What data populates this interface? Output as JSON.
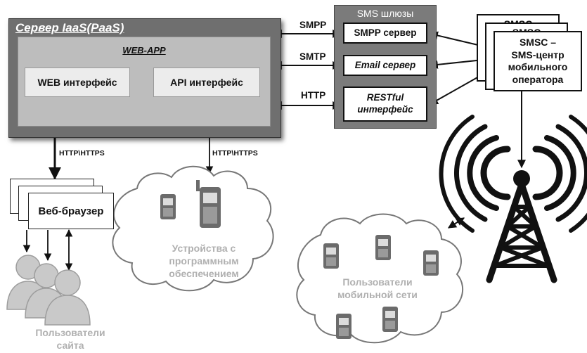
{
  "server": {
    "title": "Сервер IaaS(PaaS)",
    "webapp_title": "WEB-APP",
    "web_interface": "WEB интерфейс",
    "api_interface": "API интерфейс"
  },
  "gateways": {
    "title": "SMS шлюзы",
    "smpp_server": "SMPP сервер",
    "email_server": "Email сервер",
    "restful_line1": "RESTful",
    "restful_line2": "интерфейс"
  },
  "protocols": {
    "smpp": "SMPP",
    "smtp": "SMTP",
    "http": "HTTP"
  },
  "smsc": {
    "back_label_1": "SMSC",
    "back_label_2": "SMSC",
    "line1": "SMSC –",
    "line2": "SMS-центр",
    "line3": "мобильного",
    "line4": "оператора"
  },
  "links": {
    "http_https_left": "HTTP\\HTTPS",
    "http_https_right": "HTTP\\HTTPS"
  },
  "browser": {
    "label": "Веб-браузер"
  },
  "site_users": {
    "line1": "Пользователи",
    "line2": "сайта"
  },
  "devices_cloud": {
    "line1": "Устройства с",
    "line2": "программным",
    "line3": "обеспечением"
  },
  "mobile_cloud": {
    "line1": "Пользователи",
    "line2": "мобильной сети"
  },
  "colors": {
    "server_bg": "#6f6f6f",
    "webapp_bg": "#bdbdbd",
    "gateway_bg": "#7b7b7b",
    "phone": "#6b6b6b",
    "cloud_text": "#b0b0b0"
  }
}
